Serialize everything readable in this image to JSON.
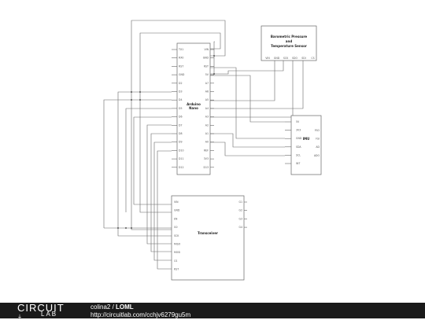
{
  "arduino": {
    "title_line1": "Arduino",
    "title_line2": "Nano",
    "left_pins": [
      "TX1",
      "RX0",
      "RST",
      "GND",
      "D2",
      "D3",
      "D4",
      "D5",
      "D6",
      "D7",
      "D8",
      "D9",
      "D10",
      "D11",
      "D12"
    ],
    "right_pins": [
      "VIN",
      "GND",
      "RST",
      "5V",
      "A7",
      "A6",
      "A5",
      "A4",
      "A3",
      "A2",
      "A1",
      "A0",
      "REF",
      "3V3",
      "D13"
    ]
  },
  "baro": {
    "title_line1": "Barometric Pressure",
    "title_line2": "and",
    "title_line3": "Temperature Sensor",
    "pins": [
      "VIN",
      "GND",
      "SCK",
      "SDO",
      "SDI",
      "CS"
    ]
  },
  "imu": {
    "title": "IMU",
    "left_pins": [
      "5V",
      "3V3",
      "GND",
      "SDA",
      "SCL",
      "INT"
    ],
    "right_pins": [
      "FSO",
      "FSI",
      "AD",
      "ADO"
    ]
  },
  "transceiver": {
    "title": "Transceiver",
    "left_pins": [
      "VIN",
      "GND",
      "EN",
      "G0",
      "SCK",
      "MISO",
      "MOSI",
      "CS",
      "RST"
    ],
    "right_pins": [
      "G1",
      "G2",
      "G3",
      "G4"
    ]
  },
  "footer": {
    "logo_top": "CIRCUIT",
    "logo_bottom": "LAB",
    "author": "colina2",
    "separator": " / ",
    "title": "LOML",
    "url": "http://circuitlab.com/cchjv6279gu5m"
  }
}
